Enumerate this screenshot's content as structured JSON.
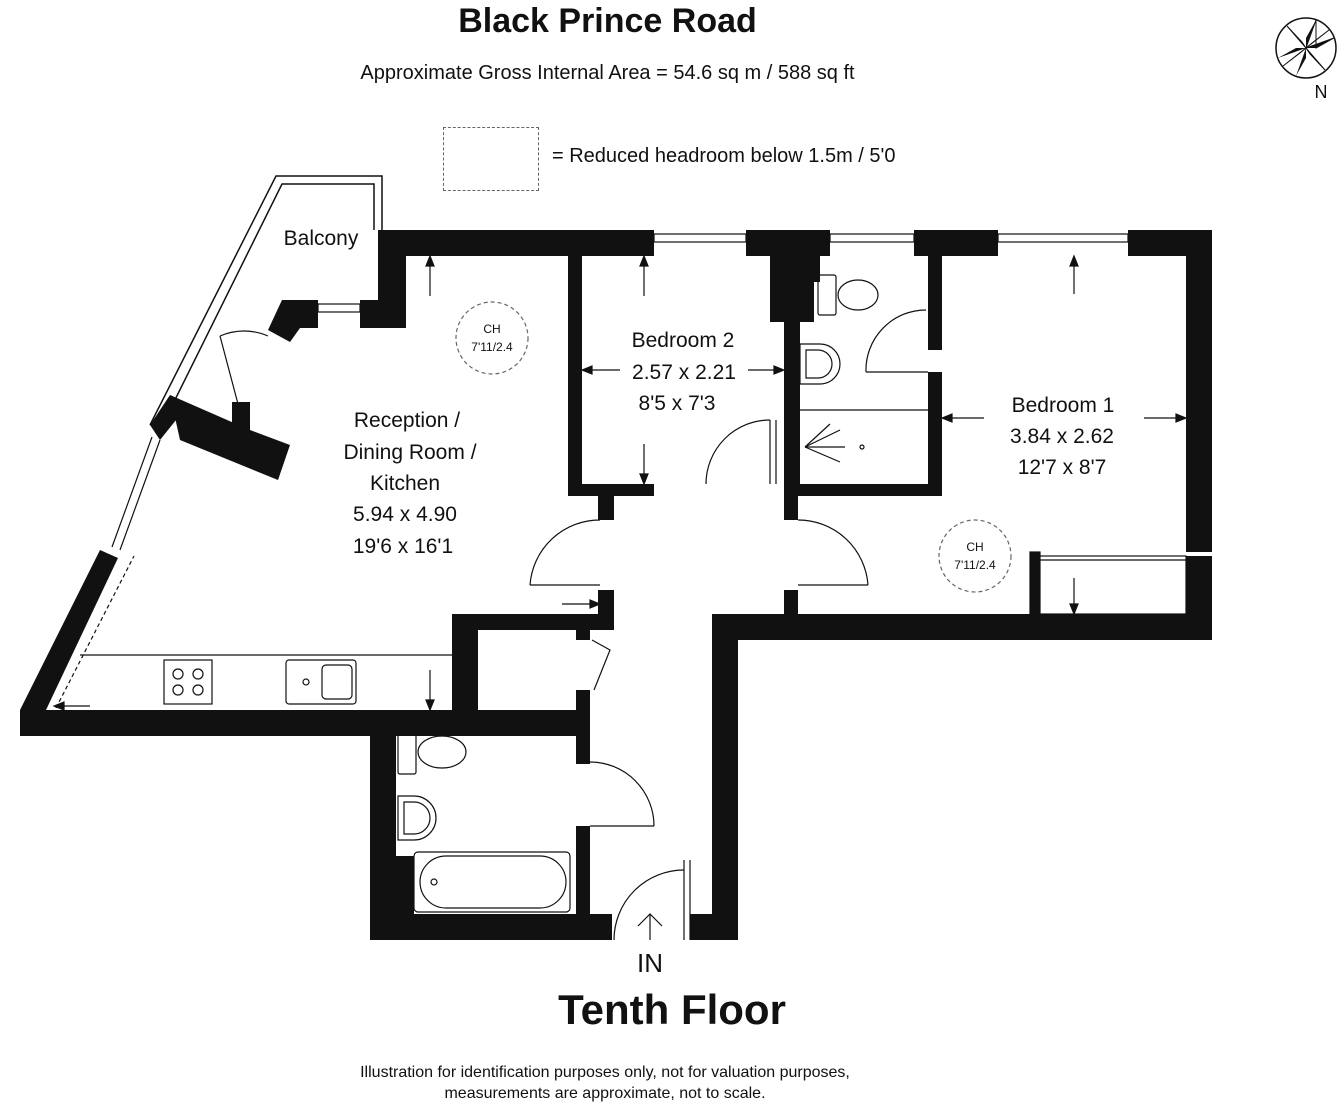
{
  "header": {
    "title": "Black Prince Road",
    "area": "Approximate Gross Internal Area = 54.6 sq m / 588 sq ft"
  },
  "legend": {
    "text": "= Reduced headroom below 1.5m / 5'0"
  },
  "compass": {
    "label": "N"
  },
  "rooms": {
    "balcony": {
      "name": "Balcony"
    },
    "reception": {
      "name_line1": "Reception /",
      "name_line2": "Dining Room /",
      "name_line3": "Kitchen",
      "metric": "5.94 x 4.90",
      "imperial": "19'6 x 16'1"
    },
    "bedroom2": {
      "name": "Bedroom 2",
      "metric": "2.57 x 2.21",
      "imperial": "8'5 x 7'3"
    },
    "bedroom1": {
      "name": "Bedroom 1",
      "metric": "3.84 x 2.62",
      "imperial": "12'7 x 8'7"
    }
  },
  "ceiling_heights": [
    {
      "label": "CH",
      "value": "7'11/2.4"
    },
    {
      "label": "CH",
      "value": "7'11/2.4"
    }
  ],
  "entrance": {
    "label": "IN"
  },
  "floor": {
    "label": "Tenth Floor"
  },
  "disclaimer": {
    "line1": "Illustration for identification purposes only, not for valuation purposes,",
    "line2": "measurements are approximate, not to scale."
  }
}
